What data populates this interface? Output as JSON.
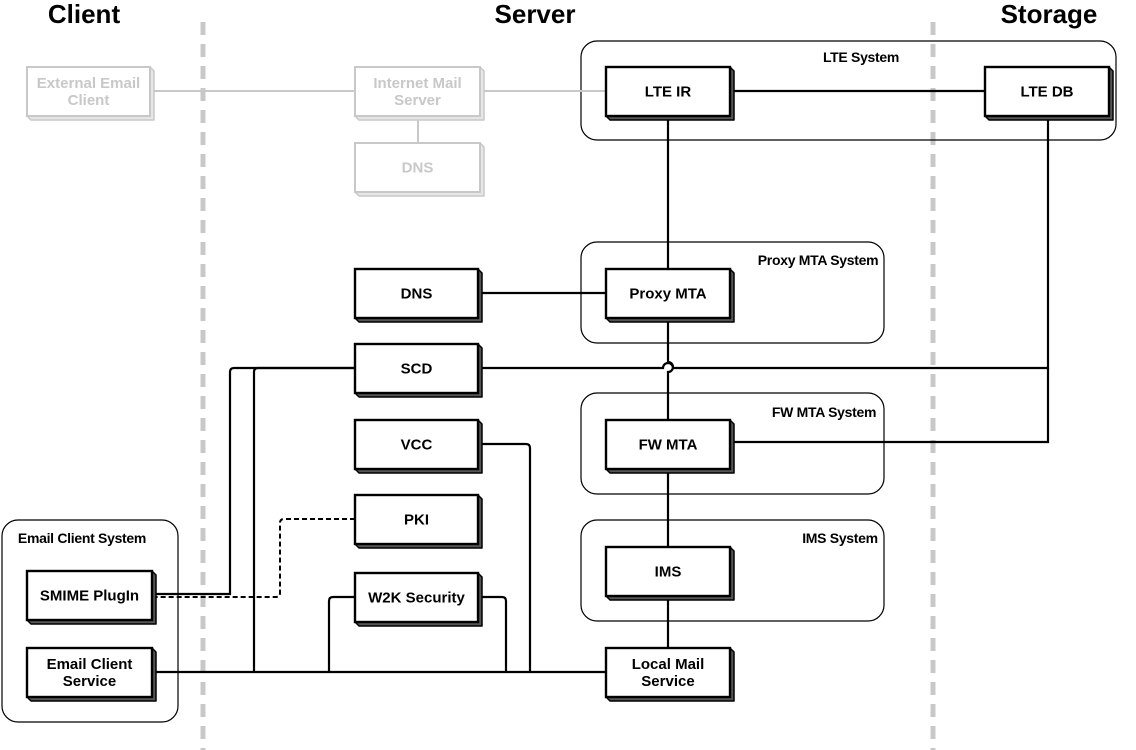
{
  "zones": {
    "client": "Client",
    "server": "Server",
    "storage": "Storage"
  },
  "systems": {
    "lte": "LTE System",
    "proxy_mta": "Proxy MTA System",
    "fw_mta": "FW MTA System",
    "ims": "IMS System",
    "email_client": "Email Client System"
  },
  "nodes": {
    "external_email_client": [
      "External Email",
      "Client"
    ],
    "internet_mail_server": [
      "Internet Mail",
      "Server"
    ],
    "dns_external": [
      "DNS"
    ],
    "lte_ir": [
      "LTE IR"
    ],
    "lte_db": [
      "LTE DB"
    ],
    "dns": [
      "DNS"
    ],
    "proxy_mta": [
      "Proxy MTA"
    ],
    "scd": [
      "SCD"
    ],
    "vcc": [
      "VCC"
    ],
    "fw_mta": [
      "FW MTA"
    ],
    "pki": [
      "PKI"
    ],
    "ims": [
      "IMS"
    ],
    "w2k_security": [
      "W2K Security"
    ],
    "smime_plugin": [
      "SMIME PlugIn"
    ],
    "email_client_service": [
      "Email Client",
      "Service"
    ],
    "local_mail_service": [
      "Local Mail",
      "Service"
    ]
  },
  "colors": {
    "line": "#000000",
    "faded": "#c8c8c8",
    "divider": "#c8c8c8"
  }
}
